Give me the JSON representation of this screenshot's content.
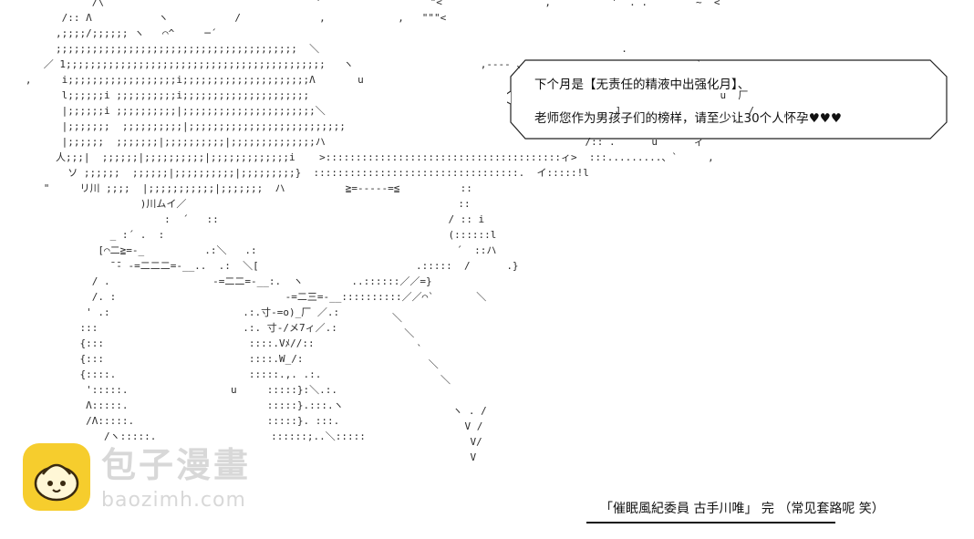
{
  "speech_bubble": {
    "line1": "下个月是【无责任的精液中出强化月】、",
    "line2_prefix": "老师您作为男孩子们的榜样，请至少让30个人怀孕",
    "line2_hearts": "♥♥♥"
  },
  "watermark": {
    "title": "包子漫畫",
    "url": "baozimh.com"
  },
  "ending": {
    "caption": "「催眠風紀委員 古手川唯」 完 （常见套路呢 笑）"
  },
  "ascii_art": [
    "              /\\                                   '                ``\"<                 ,          '  . .        ~``<",
    "         /:: Λ           ヽ           /             ,            ,   \"\"\"<",
    "        ,;;;;/;;;;;; ヽ   ⌒^     ─´",
    "        ;;;;;;;;;;;;;;;;;;;;;;;;;;;;;;;;;;;;;;;;  ＼                                                  .",
    "      ／ 1;;;;;;;;;;;;;;;;;;;;;;;;;;;;;;;;;;;;;;;;;;;   ヽ                     ,--‐‐ 、                            `",
    "   ,     i;;;;;;;;;;;;;;;;;;i;;;;;;;;;;;;;;;;;;;;;Λ       u                                 ,",
    "         l;;;;;;i ;;;;;;;;;;i;;;;;;;;;;;;;;;;;;;;;                                                                    u  厂",
    "         |;;;;;;i ;;;;;;;;;;|;;;;;;;;;;;;;;;;;;;;;;＼                                                ]                     /",
    "         |;;;;;;;  ;;;;;;;;;;|;;;;;;;;;;;;;;;;;;;;;;;;;;",
    "         |;;;;;;  ;;;;;;;|;;;;;;;;;;|;;;;;;;;;;;;;;ハ                                           /:: .      u      ィ",
    "        人;;;|  ;;;;;;|;;;;;;;;;;|;;;;;;;;;;;;;i    >:::::::::::::::::::::::::::::::::::::::ィ>  :::.........、`     ,",
    "          ソ ;;;;;;  ;;;;;;|;;;;;;;;;;|;;;;;;;;;}  ::::::::::::::::::::::::::::::::::.  イ:::::!l",
    "      \"     リ川 ;;;;  |;;;;;;;;;;;|;;;;;;;  ハ          ≧=-----=≦          ::",
    "                      )川ムイ／                                             ::",
    "                          :  ´   ::                                      / :: i",
    "                 _ :´ .  :                                               (::::::l",
    "               [⌒二≧=-_          .:＼   .:                                 ´  ::ハ",
    "                 ̄ ̄‐ -=二二二=-__..  .:  ＼[                          .:::::  /      .}",
    "              / .                 -=二二=-__:.  ヽ        ..::::::／／=}",
    "              /. :                            ‐=二三=-__::::::::::／／⌒`       ＼",
    "             ' .:                      .:.寸-=o)_厂 ／.:",
    "            :::                        .:. 寸‐/メ7ィ／.:",
    "            {:::                        ::::.Vﾒ//::",
    "            {:::                        ::::.W_/:",
    "            {::::.                      :::::.,. .:.",
    "             ':::::.                 u     :::::}:＼.:.",
    "             Λ:::::.                       :::::}.:::.ヽ",
    "             /Λ:::::.                      :::::}. :::.",
    "                /ヽ:::::.                   ::::::;..＼:::::"
  ],
  "ascii_art_right": [
    "＼",
    "  ＼",
    "    `",
    "      ＼",
    "        ＼",
    "          ヽ . /",
    "            V /",
    "            V/",
    "            V"
  ]
}
